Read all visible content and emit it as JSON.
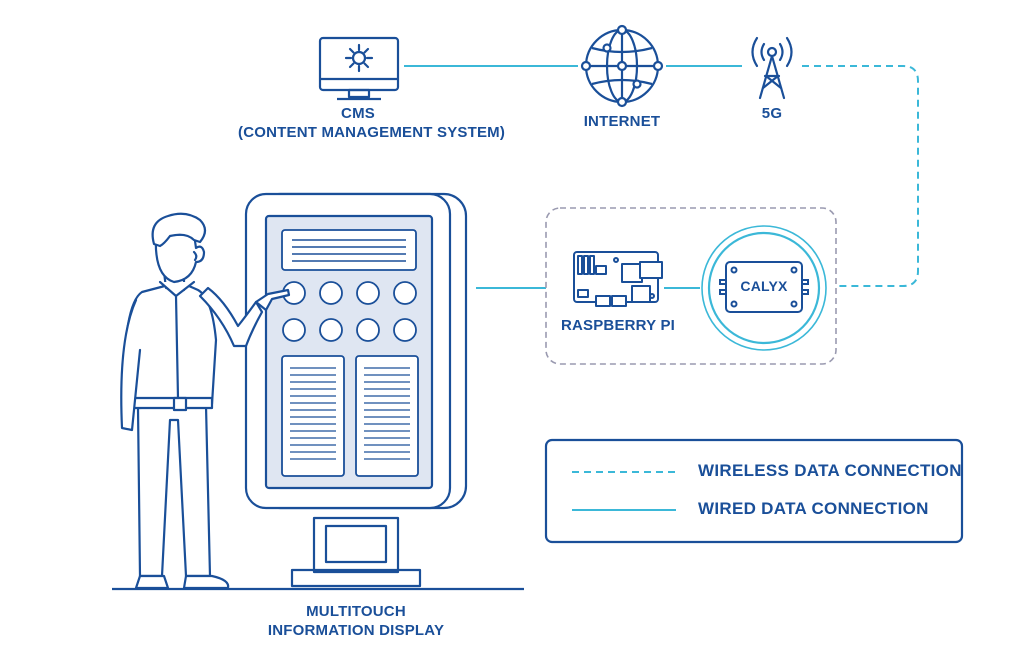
{
  "colors": {
    "navy": "#1a4f99",
    "cyan": "#3bb8d8",
    "gray": "#9a9ab0",
    "panel": "#dfe6f2"
  },
  "nodes": {
    "cms": {
      "line1": "CMS",
      "line2": "(CONTENT MANAGEMENT SYSTEM)",
      "icon": "gear-monitor-icon"
    },
    "internet": {
      "label": "INTERNET",
      "icon": "globe-network-icon"
    },
    "fiveg": {
      "label": "5G",
      "icon": "cell-tower-icon"
    },
    "raspberry": {
      "label": "RASPBERRY PI",
      "icon": "circuit-board-icon"
    },
    "calyx": {
      "label": "CALYX",
      "icon": "calyx-module-icon"
    },
    "display": {
      "line1": "MULTITOUCH",
      "line2": "INFORMATION DISPLAY",
      "icon": "kiosk-display-icon"
    }
  },
  "legend": {
    "wireless": "WIRELESS DATA CONNECTION",
    "wired": "WIRED DATA CONNECTION"
  }
}
